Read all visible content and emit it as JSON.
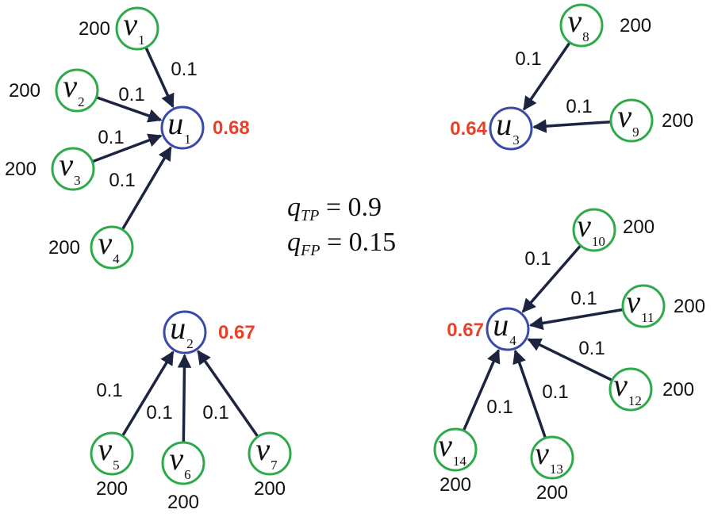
{
  "colors": {
    "source_node": "#2eaa4a",
    "target_node": "#3a4aa8",
    "edge": "#1c2440",
    "score": "#e8412a",
    "text": "#111111"
  },
  "params": {
    "tp": {
      "var": "q",
      "sub": "TP",
      "eq": " = 0.9"
    },
    "fp": {
      "var": "q",
      "sub": "FP",
      "eq": " = 0.15"
    }
  },
  "target_nodes": [
    {
      "id": "u1",
      "var": "u",
      "sub": "1",
      "score": "0.68"
    },
    {
      "id": "u2",
      "var": "u",
      "sub": "2",
      "score": "0.67"
    },
    {
      "id": "u3",
      "var": "u",
      "sub": "3",
      "score": "0.64"
    },
    {
      "id": "u4",
      "var": "u",
      "sub": "4",
      "score": "0.67"
    }
  ],
  "source_nodes": [
    {
      "id": "v1",
      "var": "v",
      "sub": "1",
      "value": "200"
    },
    {
      "id": "v2",
      "var": "v",
      "sub": "2",
      "value": "200"
    },
    {
      "id": "v3",
      "var": "v",
      "sub": "3",
      "value": "200"
    },
    {
      "id": "v4",
      "var": "v",
      "sub": "4",
      "value": "200"
    },
    {
      "id": "v5",
      "var": "v",
      "sub": "5",
      "value": "200"
    },
    {
      "id": "v6",
      "var": "v",
      "sub": "6",
      "value": "200"
    },
    {
      "id": "v7",
      "var": "v",
      "sub": "7",
      "value": "200"
    },
    {
      "id": "v8",
      "var": "v",
      "sub": "8",
      "value": "200"
    },
    {
      "id": "v9",
      "var": "v",
      "sub": "9",
      "value": "200"
    },
    {
      "id": "v10",
      "var": "v",
      "sub": "10",
      "value": "200"
    },
    {
      "id": "v11",
      "var": "v",
      "sub": "11",
      "value": "200"
    },
    {
      "id": "v12",
      "var": "v",
      "sub": "12",
      "value": "200"
    },
    {
      "id": "v13",
      "var": "v",
      "sub": "13",
      "value": "200"
    },
    {
      "id": "v14",
      "var": "v",
      "sub": "14",
      "value": "200"
    }
  ],
  "edges": [
    {
      "from": "v1",
      "to": "u1",
      "weight": "0.1"
    },
    {
      "from": "v2",
      "to": "u1",
      "weight": "0.1"
    },
    {
      "from": "v3",
      "to": "u1",
      "weight": "0.1"
    },
    {
      "from": "v4",
      "to": "u1",
      "weight": "0.1"
    },
    {
      "from": "v5",
      "to": "u2",
      "weight": "0.1"
    },
    {
      "from": "v6",
      "to": "u2",
      "weight": "0.1"
    },
    {
      "from": "v7",
      "to": "u2",
      "weight": "0.1"
    },
    {
      "from": "v8",
      "to": "u3",
      "weight": "0.1"
    },
    {
      "from": "v9",
      "to": "u3",
      "weight": "0.1"
    },
    {
      "from": "v10",
      "to": "u4",
      "weight": "0.1"
    },
    {
      "from": "v11",
      "to": "u4",
      "weight": "0.1"
    },
    {
      "from": "v12",
      "to": "u4",
      "weight": "0.1"
    },
    {
      "from": "v13",
      "to": "u4",
      "weight": "0.1"
    },
    {
      "from": "v14",
      "to": "u4",
      "weight": "0.1"
    }
  ]
}
